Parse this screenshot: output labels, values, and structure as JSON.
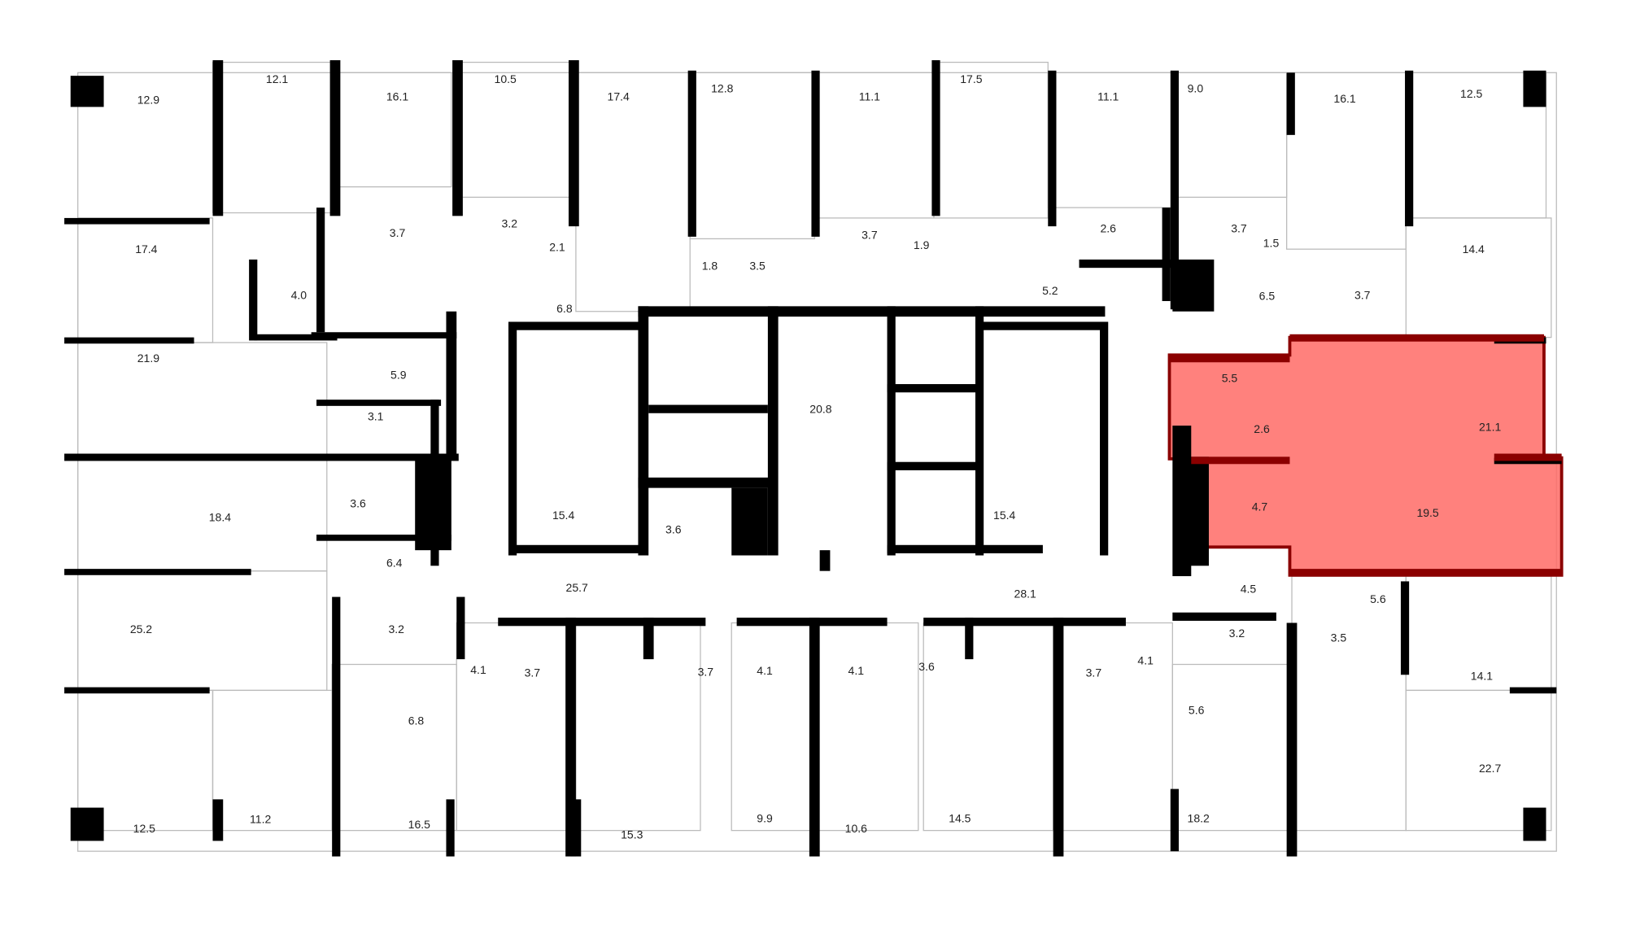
{
  "plan": {
    "highlight_color": "#ff6b66",
    "highlight_border": "#8b0000",
    "selected_apartment": {
      "rooms": [
        "5.5",
        "2.6",
        "4.7",
        "21.1",
        "19.5"
      ]
    },
    "room_areas": [
      "12.9",
      "12.1",
      "16.1",
      "10.5",
      "17.4",
      "12.8",
      "11.1",
      "17.5",
      "11.1",
      "9.0",
      "16.1",
      "12.5",
      "17.4",
      "3.7",
      "3.2",
      "2.1",
      "1.8",
      "3.5",
      "3.7",
      "1.9",
      "2.6",
      "3.7",
      "1.5",
      "14.4",
      "4.0",
      "6.8",
      "5.2",
      "6.5",
      "3.7",
      "21.9",
      "5.9",
      "20.8",
      "5.5",
      "3.1",
      "2.6",
      "21.1",
      "3.6",
      "18.4",
      "15.4",
      "3.6",
      "15.4",
      "4.7",
      "19.5",
      "6.4",
      "25.7",
      "28.1",
      "4.5",
      "5.6",
      "25.2",
      "3.2",
      "3.2",
      "3.5",
      "4.1",
      "3.7",
      "3.7",
      "4.1",
      "4.1",
      "3.6",
      "3.7",
      "4.1",
      "14.1",
      "6.8",
      "5.6",
      "22.7",
      "12.5",
      "11.2",
      "16.5",
      "15.3",
      "9.9",
      "10.6",
      "14.5",
      "18.2"
    ]
  }
}
